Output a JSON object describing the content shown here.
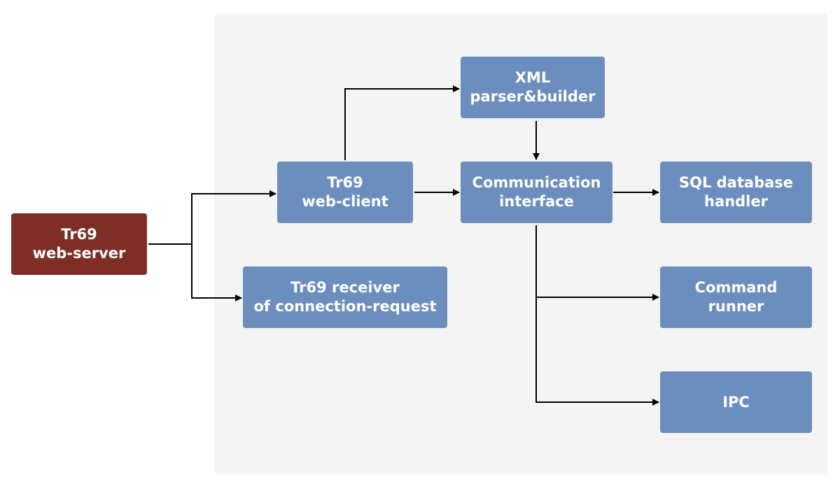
{
  "nodes": {
    "web_server": {
      "label": "Tr69\nweb-server",
      "color": "#7e2e27"
    },
    "web_client": {
      "label": "Tr69\nweb-client",
      "color": "#6c8ebf"
    },
    "receiver": {
      "label": "Tr69 receiver\nof connection-request",
      "color": "#6c8ebf"
    },
    "xml_parser": {
      "label": "XML\nparser&builder",
      "color": "#6c8ebf"
    },
    "comm_interface": {
      "label": "Communication\ninterface",
      "color": "#6c8ebf"
    },
    "sql_handler": {
      "label": "SQL database\nhandler",
      "color": "#6c8ebf"
    },
    "command_runner": {
      "label": "Command\nrunner",
      "color": "#6c8ebf"
    },
    "ipc": {
      "label": "IPC",
      "color": "#6c8ebf"
    }
  },
  "panel_color": "#f4f4f4"
}
